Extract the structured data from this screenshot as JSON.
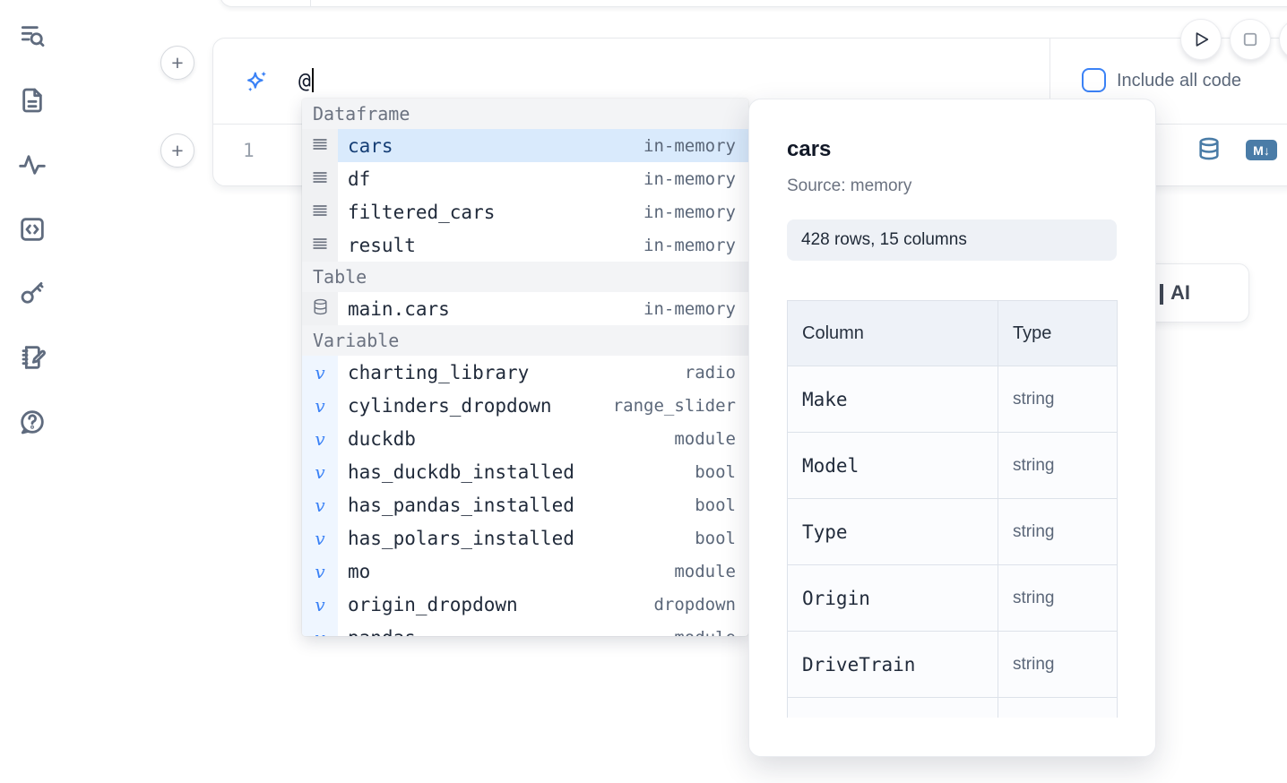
{
  "toolbar": {
    "include_all_code_label": "Include all code"
  },
  "prompt": {
    "value": "@"
  },
  "cell": {
    "line_number": "1",
    "md_badge_label": "M↓"
  },
  "ai_button_fragment": {
    "label": "AI"
  },
  "autocomplete": {
    "sections": [
      {
        "label": "Dataframe",
        "row_icon": "dataframe-rows-icon",
        "tint": "gray",
        "items": [
          {
            "name": "cars",
            "type": "in-memory",
            "selected": true
          },
          {
            "name": "df",
            "type": "in-memory"
          },
          {
            "name": "filtered_cars",
            "type": "in-memory"
          },
          {
            "name": "result",
            "type": "in-memory"
          }
        ]
      },
      {
        "label": "Table",
        "row_icon": "database-icon",
        "tint": "gray",
        "items": [
          {
            "name": "main.cars",
            "type": "in-memory"
          }
        ]
      },
      {
        "label": "Variable",
        "row_icon": "variable-icon",
        "tint": "blue",
        "items": [
          {
            "name": "charting_library",
            "type": "radio"
          },
          {
            "name": "cylinders_dropdown",
            "type": "range_slider"
          },
          {
            "name": "duckdb",
            "type": "module"
          },
          {
            "name": "has_duckdb_installed",
            "type": "bool"
          },
          {
            "name": "has_pandas_installed",
            "type": "bool"
          },
          {
            "name": "has_polars_installed",
            "type": "bool"
          },
          {
            "name": "mo",
            "type": "module"
          },
          {
            "name": "origin_dropdown",
            "type": "dropdown"
          },
          {
            "name": "pandas",
            "type": "module"
          }
        ]
      }
    ]
  },
  "preview": {
    "title": "cars",
    "source_label": "Source: memory",
    "shape": "428 rows, 15 columns",
    "table": {
      "headers": [
        "Column",
        "Type"
      ],
      "rows": [
        [
          "Make",
          "string"
        ],
        [
          "Model",
          "string"
        ],
        [
          "Type",
          "string"
        ],
        [
          "Origin",
          "string"
        ],
        [
          "DriveTrain",
          "string"
        ]
      ],
      "partial_row": true
    }
  },
  "colors": {
    "accent": "#3b82f6",
    "cell_icon_blue": "#4a7ca7",
    "selected_row": "#d9eafc"
  }
}
